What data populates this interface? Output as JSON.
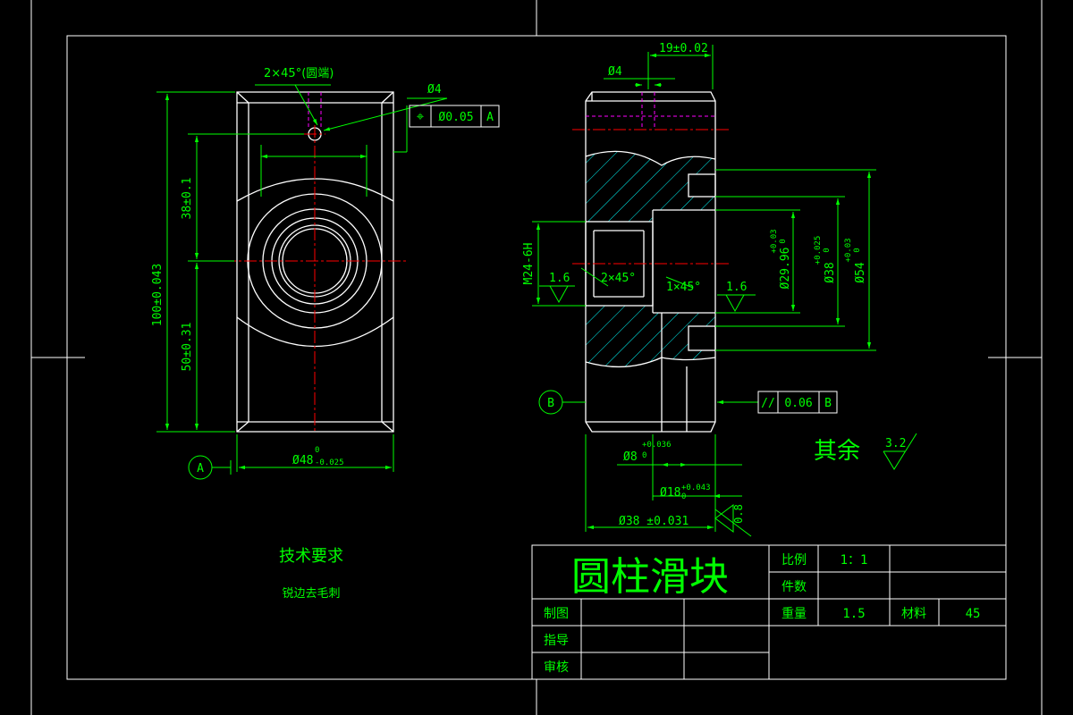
{
  "colors": {
    "background": "#000000",
    "outline": "#ffffff",
    "dimension": "#00ff00",
    "centerline": "#ff0000",
    "hidden": "#ff00ff",
    "hatch": "#00ffff",
    "leader": "#00ff00"
  },
  "front_view": {
    "chamfer_note": "2×45°(圆端)",
    "hole_label": "Ø4",
    "dim_height": "100±0.043",
    "dim_upper": "38±0.1",
    "dim_lower": "50±0.31",
    "dim_width": "Ø48",
    "dim_width_tol_upper": "0",
    "dim_width_tol_lower": "-0.025",
    "datum_a": "A"
  },
  "position_tolerance": {
    "symbol": "⌖",
    "value": "Ø0.05",
    "datum": "A"
  },
  "section_view": {
    "dim_top": "19±0.02",
    "hole_label": "Ø4",
    "thread_label": "M24-6H",
    "dim_bore1": "Ø29.96",
    "dim_bore1_tol_upper": "+0.03",
    "dim_bore1_tol_lower": "0",
    "dim_bore2": "Ø38",
    "dim_bore2_tol_upper": "+0.025",
    "dim_bore2_tol_lower": "0",
    "dim_outer": "Ø54",
    "dim_outer_tol_upper": "+0.03",
    "dim_outer_tol_lower": "0",
    "roughness_left": "1.6",
    "chamfer_left": "2×45°",
    "chamfer_right": "1×45°",
    "roughness_right": "1.6",
    "datum_b": "B",
    "dim_bore_small": "Ø8",
    "dim_bore_small_tol_upper": "+0.036",
    "dim_bore_small_tol_lower": "0",
    "dim_bore_mid": "Ø18",
    "dim_bore_mid_tol_upper": "+0.043",
    "dim_bore_mid_tol_lower": "0",
    "dim_length": "Ø38 ±0.031",
    "roughness_bottom": "0.8"
  },
  "parallel_tolerance": {
    "symbol": "//",
    "value": "0.06",
    "datum": "B"
  },
  "general_roughness": {
    "label": "其余",
    "value": "3.2"
  },
  "technical_requirements": {
    "title": "技术要求",
    "item": "锐边去毛刺"
  },
  "title_block": {
    "part_name": "圆柱滑块",
    "scale_label": "比例",
    "scale_value": "1：1",
    "quantity_label": "件数",
    "quantity_value": "",
    "weight_label": "重量",
    "weight_value": "1.5",
    "material_label": "材料",
    "material_value": "45",
    "drawn_label": "制图",
    "guide_label": "指导",
    "review_label": "审核"
  }
}
